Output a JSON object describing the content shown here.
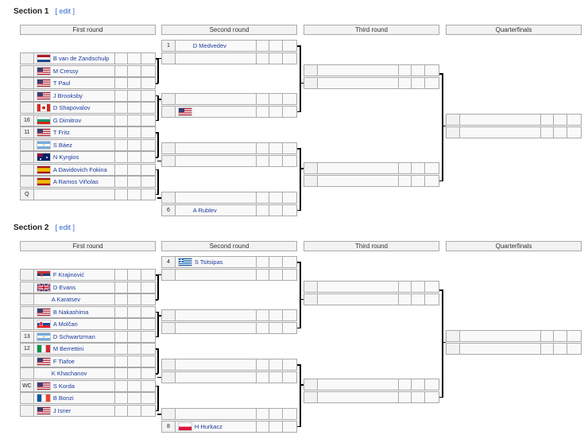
{
  "sections": [
    {
      "title": "Section 1",
      "edit": "[ edit ]",
      "headers": [
        "First round",
        "Second round",
        "Third round",
        "Quarterfinals"
      ],
      "first_round": [
        {
          "seed": "",
          "flag": "nl",
          "name": "B van de Zandschulp"
        },
        {
          "seed": "",
          "flag": "us",
          "name": "M Cressy"
        },
        {
          "seed": "",
          "flag": "us",
          "name": "T Paul"
        },
        {
          "seed": "",
          "flag": "us",
          "name": "J Brooksby"
        },
        {
          "seed": "",
          "flag": "ca",
          "name": "D Shapovalov"
        },
        {
          "seed": "16",
          "flag": "bg",
          "name": "G Dimitrov"
        },
        {
          "seed": "11",
          "flag": "us",
          "name": "T Fritz"
        },
        {
          "seed": "",
          "flag": "ar",
          "name": "S Báez"
        },
        {
          "seed": "",
          "flag": "au",
          "name": "N Kyrgios"
        },
        {
          "seed": "",
          "flag": "es",
          "name": "A Davidovich Fokina"
        },
        {
          "seed": "",
          "flag": "es",
          "name": "A Ramos Viñolas"
        },
        {
          "seed": "Q",
          "flag": "",
          "name": ""
        }
      ],
      "second_round": [
        {
          "seed": "1",
          "flag": "",
          "name": "D Medvedev"
        },
        {
          "seed": "",
          "flag": "",
          "name": ""
        },
        {
          "seed": "",
          "flag": "",
          "name": ""
        },
        {
          "seed": "",
          "flag": "us",
          "name": ""
        },
        {
          "seed": "",
          "flag": "",
          "name": ""
        },
        {
          "seed": "",
          "flag": "",
          "name": ""
        },
        {
          "seed": "",
          "flag": "",
          "name": ""
        },
        {
          "seed": "6",
          "flag": "",
          "name": "A Rublev"
        }
      ]
    },
    {
      "title": "Section 2",
      "edit": "[ edit ]",
      "headers": [
        "First round",
        "Second round",
        "Third round",
        "Quarterfinals"
      ],
      "first_round": [
        {
          "seed": "",
          "flag": "rs",
          "name": "F Krajinović"
        },
        {
          "seed": "",
          "flag": "gb",
          "name": "D Evans"
        },
        {
          "seed": "",
          "flag": "",
          "name": "A Karatsev"
        },
        {
          "seed": "",
          "flag": "us",
          "name": "B Nakashima"
        },
        {
          "seed": "",
          "flag": "sk",
          "name": "A Molčan"
        },
        {
          "seed": "13",
          "flag": "ar",
          "name": "D Schwartzman"
        },
        {
          "seed": "12",
          "flag": "it",
          "name": "M Berrettini"
        },
        {
          "seed": "",
          "flag": "us",
          "name": "F Tiafoe"
        },
        {
          "seed": "",
          "flag": "",
          "name": "K Khachanov"
        },
        {
          "seed": "WC",
          "flag": "us",
          "name": "S Korda"
        },
        {
          "seed": "",
          "flag": "fr",
          "name": "B Bonzi"
        },
        {
          "seed": "",
          "flag": "us",
          "name": "J Isner"
        }
      ],
      "second_round": [
        {
          "seed": "4",
          "flag": "gr",
          "name": "S Tsitsipas"
        },
        {
          "seed": "",
          "flag": "",
          "name": ""
        },
        {
          "seed": "",
          "flag": "",
          "name": ""
        },
        {
          "seed": "",
          "flag": "",
          "name": ""
        },
        {
          "seed": "",
          "flag": "",
          "name": ""
        },
        {
          "seed": "",
          "flag": "",
          "name": ""
        },
        {
          "seed": "",
          "flag": "",
          "name": ""
        },
        {
          "seed": "8",
          "flag": "pl",
          "name": "H Hurkacz"
        }
      ]
    }
  ]
}
